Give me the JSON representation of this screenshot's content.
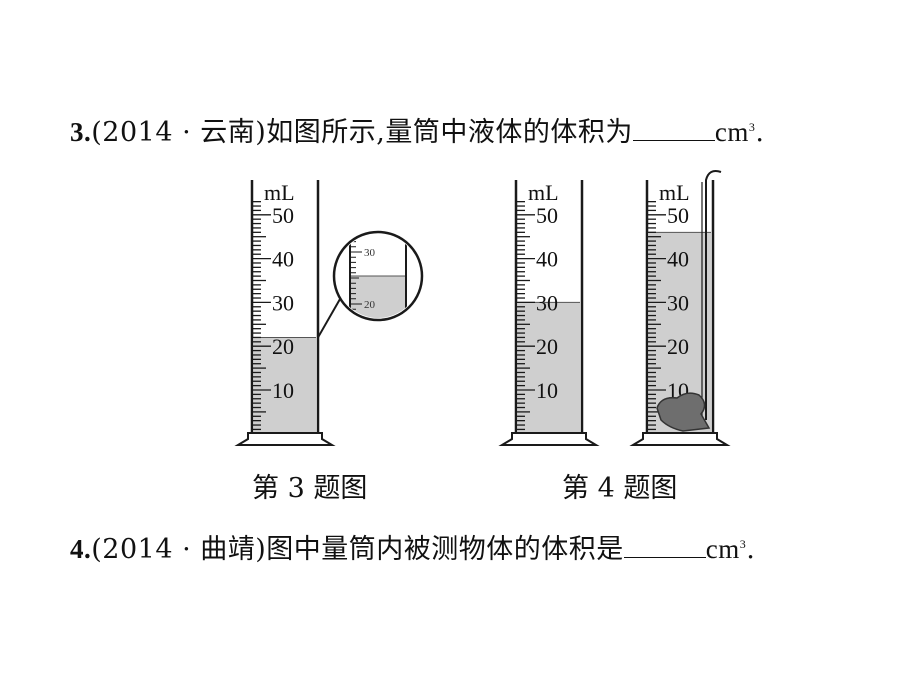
{
  "q3": {
    "number": "3.",
    "source": "(2014 · 云南)",
    "text": "如图所示,量筒中液体的体积为",
    "unit": "cm",
    "unit_exp": "3",
    "tail": "."
  },
  "q4": {
    "number": "4.",
    "source": "(2014 · 曲靖)",
    "text": "图中量筒内被测物体的体积是",
    "unit": "cm",
    "unit_exp": "3",
    "tail": "."
  },
  "figures": {
    "caption3": "第 3 题图",
    "caption4": "第 4 题图",
    "unit_label": "mL",
    "scale_labels": [
      "50",
      "40",
      "30",
      "20",
      "10"
    ],
    "zoom_labels": [
      "30",
      "20"
    ],
    "colors": {
      "liquid": "#cfcfcf",
      "outline": "#1a1a1a",
      "object": "#6e6e6e"
    }
  }
}
